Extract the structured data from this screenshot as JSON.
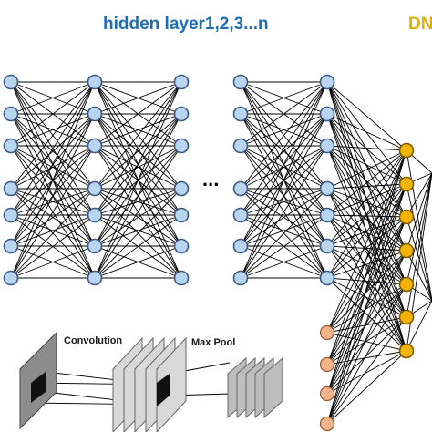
{
  "title_hidden": "hidden layer1,2,3...n",
  "title_dnn": "DN",
  "ellipsis": "...",
  "cnn": {
    "convolution_label": "Convolution",
    "maxpool_label": "Max Pool"
  },
  "colors": {
    "hidden_node": "#b9d5f0",
    "dnn_node": "#f4b400",
    "input_node": "#f3b48c",
    "title_blue": "#1f6db3",
    "title_gold": "#e0ad10"
  }
}
